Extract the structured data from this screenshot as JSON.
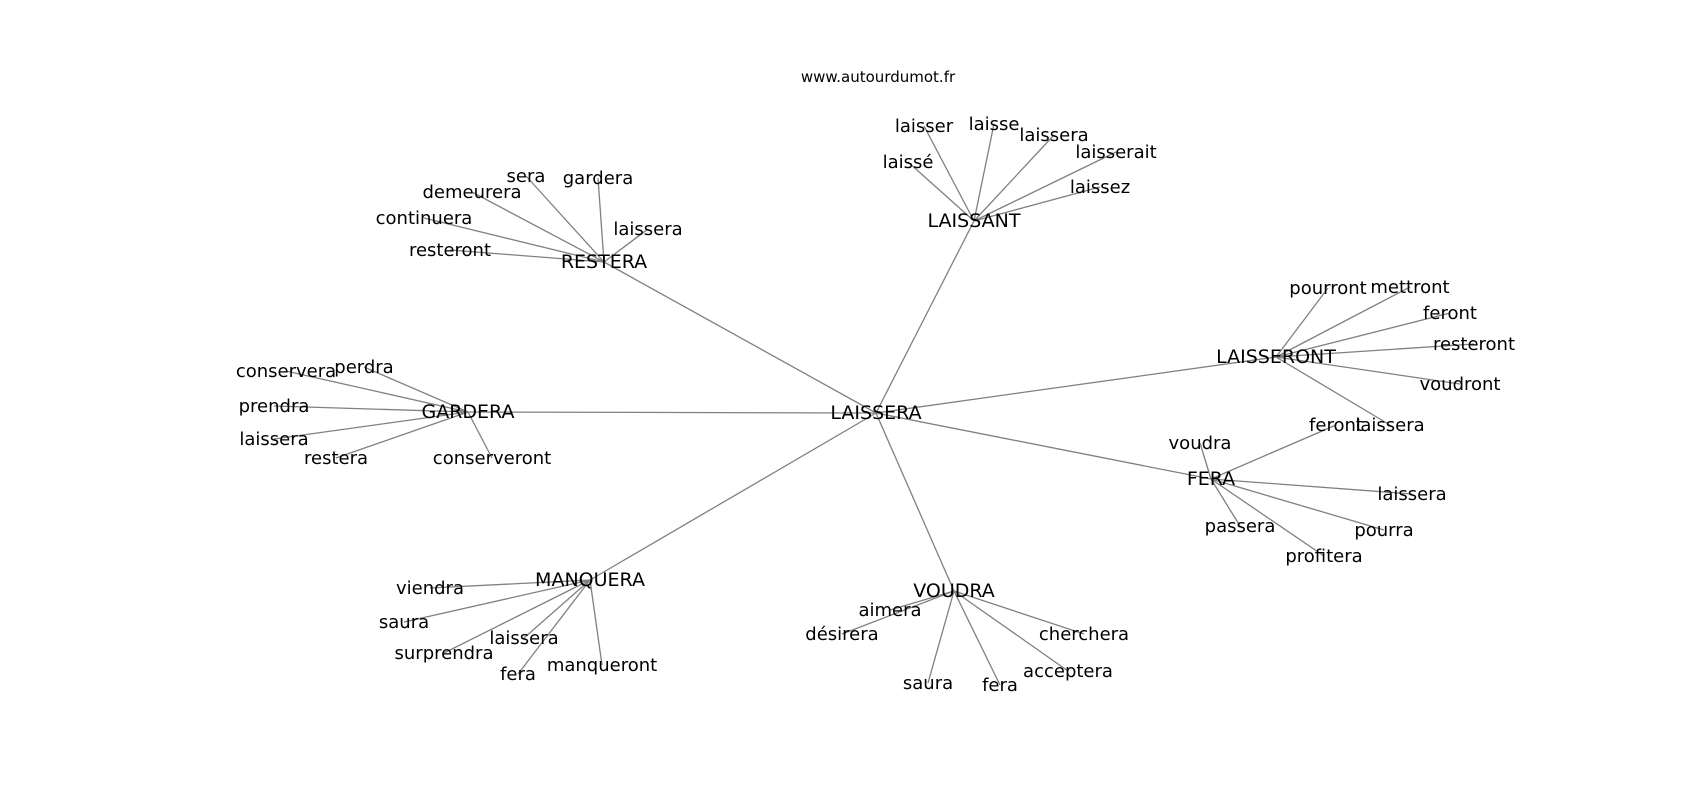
{
  "site": "www.autourdumot.fr",
  "center": "LAISSERA",
  "clusters": [
    {
      "hub": "LAISSANT",
      "leaves": [
        "laisser",
        "laisse",
        "laissera",
        "laisserait",
        "laissé",
        "laissez"
      ]
    },
    {
      "hub": "RESTERA",
      "leaves": [
        "sera",
        "gardera",
        "demeurera",
        "continuera",
        "laissera",
        "resteront"
      ]
    },
    {
      "hub": "LAISSERONT",
      "leaves": [
        "pourront",
        "mettront",
        "feront",
        "resteront",
        "voudront",
        "laissera"
      ]
    },
    {
      "hub": "GARDERA",
      "leaves": [
        "perdra",
        "conservera",
        "prendra",
        "laissera",
        "restera",
        "conserveront"
      ]
    },
    {
      "hub": "FERA",
      "leaves": [
        "voudra",
        "feront",
        "laissera",
        "pourra",
        "passera",
        "profitera"
      ]
    },
    {
      "hub": "MANQUERA",
      "leaves": [
        "viendra",
        "saura",
        "surprendra",
        "laissera",
        "fera",
        "manqueront"
      ]
    },
    {
      "hub": "VOUDRA",
      "leaves": [
        "aimera",
        "désirera",
        "cherchera",
        "saura",
        "fera",
        "acceptera"
      ]
    }
  ]
}
